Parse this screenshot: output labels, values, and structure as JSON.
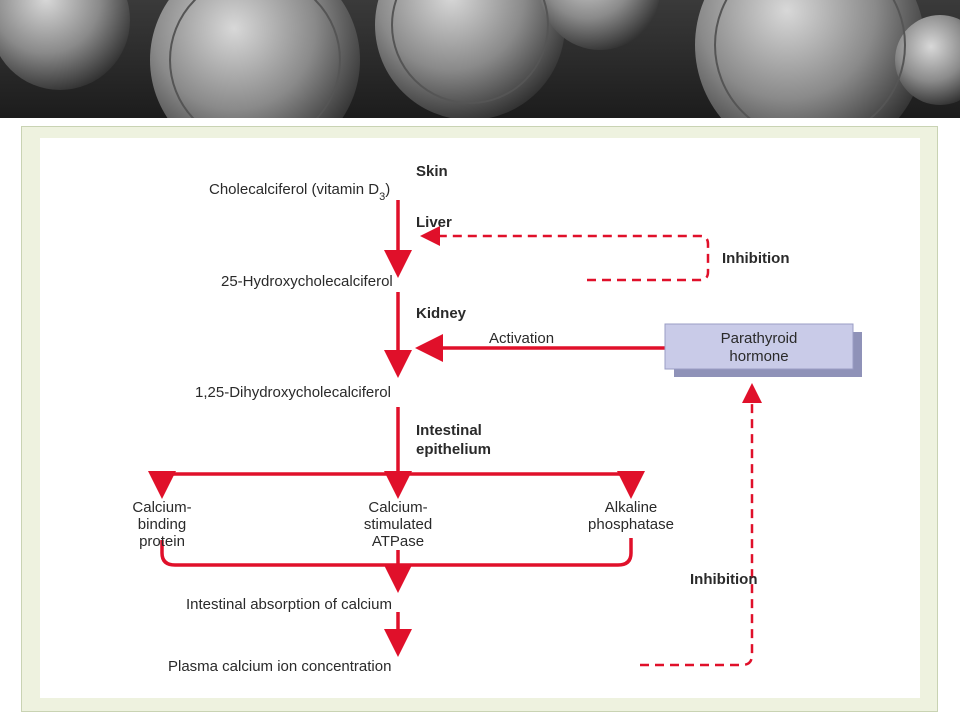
{
  "diagram": {
    "site_skin": "Skin",
    "node_cholecalciferol": "Cholecalciferol (vitamin D",
    "node_cholecalciferol_sub": "3",
    "node_cholecalciferol_close": ")",
    "site_liver": "Liver",
    "label_inhibition_top": "Inhibition",
    "node_25_hydroxy": "25-Hydroxycholecalciferol",
    "site_kidney": "Kidney",
    "label_activation": "Activation",
    "pth_line1": "Parathyroid",
    "pth_line2": "hormone",
    "node_125_dihydroxy": "1,25-Dihydroxycholecalciferol",
    "site_intestinal_line1": "Intestinal",
    "site_intestinal_line2": "epithelium",
    "protein_binding": [
      "Calcium-",
      "binding",
      "protein"
    ],
    "protein_atpase": [
      "Calcium-",
      "stimulated",
      "ATPase"
    ],
    "protein_phosphatase": [
      "Alkaline",
      "phosphatase"
    ],
    "label_inhibition_bottom": "Inhibition",
    "node_absorption": "Intestinal absorption of calcium",
    "node_plasma": "Plasma calcium ion concentration"
  },
  "colors": {
    "arrow": "#e0102a",
    "panel": "#eef2df",
    "pth_box": "#c9cbe8"
  }
}
